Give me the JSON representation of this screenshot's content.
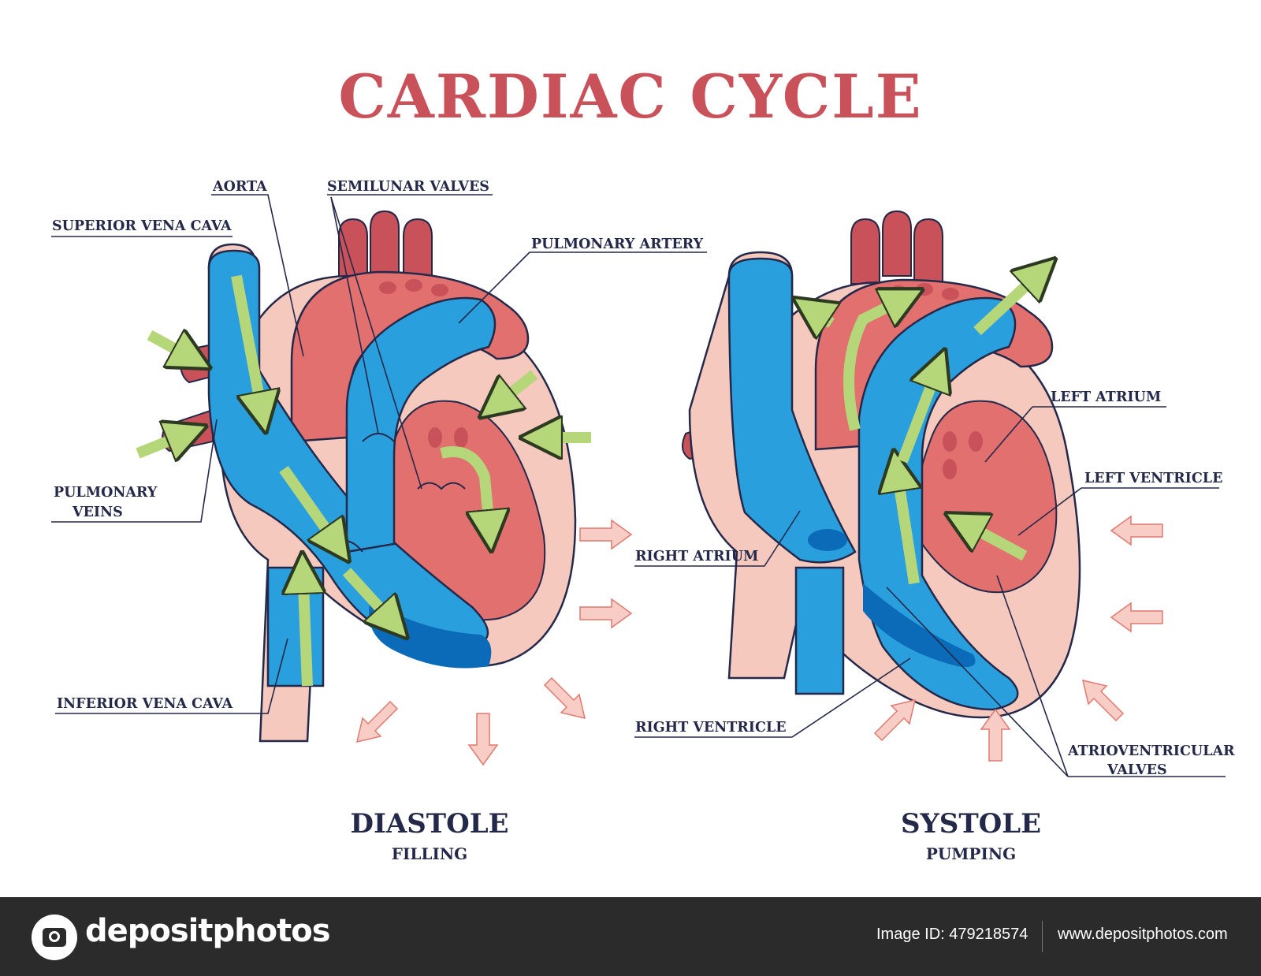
{
  "title": "CARDIAC CYCLE",
  "labels": {
    "aorta": "AORTA",
    "semilunar_valves": "SEMILUNAR VALVES",
    "superior_vena_cava": "SUPERIOR VENA CAVA",
    "pulmonary_artery": "PULMONARY ARTERY",
    "pulmonary_veins_1": "PULMONARY",
    "pulmonary_veins_2": "VEINS",
    "inferior_vena_cava": "INFERIOR VENA CAVA",
    "left_atrium": "LEFT ATRIUM",
    "left_ventricle": "LEFT VENTRICLE",
    "right_atrium": "RIGHT ATRIUM",
    "right_ventricle": "RIGHT VENTRICLE",
    "av_valves_1": "ATRIOVENTRICULAR",
    "av_valves_2": "VALVES"
  },
  "phases": {
    "diastole": "DIASTOLE",
    "diastole_sub": "FILLING",
    "systole": "SYSTOLE",
    "systole_sub": "PUMPING"
  },
  "footer": {
    "brand": "depositphotos",
    "image_id": "Image ID: 479218574",
    "site": "www.depositphotos.com"
  },
  "colors": {
    "title": "#c9515a",
    "blood_red": "#c9515a",
    "blood_blue": "#2a9fdd",
    "blood_blue_dark": "#0b6bb8",
    "tissue_pink": "#f6c9bf",
    "flow_arrow": "#b6d67a",
    "pressure_arrow": "#f8cdc6",
    "text": "#24294a"
  }
}
